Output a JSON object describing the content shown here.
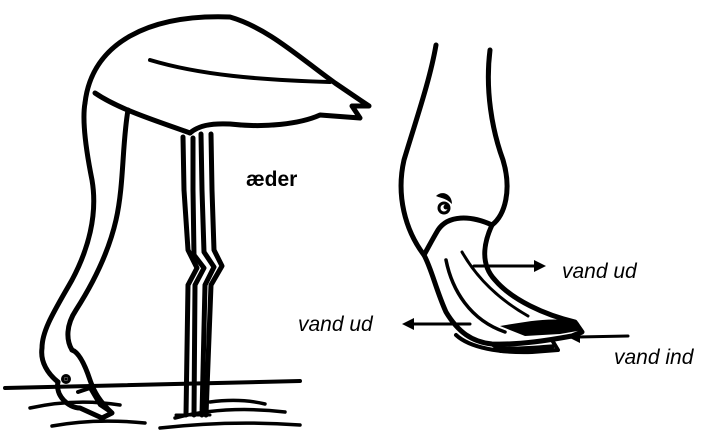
{
  "labels": {
    "eats": "æder",
    "water_out_right": "vand ud",
    "water_out_left": "vand ud",
    "water_in": "vand ind"
  },
  "colors": {
    "ink": "#000000",
    "paper": "#ffffff"
  }
}
